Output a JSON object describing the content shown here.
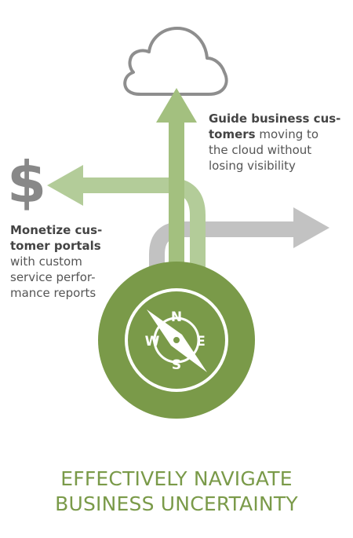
{
  "colors": {
    "green_dark": "#7a9a49",
    "green_light": "#b3cc99",
    "green_mid": "#a3c07f",
    "gray_arrow": "#c2c2c2",
    "gray_icon": "#888888",
    "text": "#555555"
  },
  "icons": {
    "cloud": "cloud-icon",
    "dollar": "dollar-icon",
    "compass": "compass-icon"
  },
  "dollar": "$",
  "callouts": {
    "cloud": {
      "bold_lines": [
        "Guide business cus-",
        "tomers"
      ],
      "tail_on_second": " moving to",
      "lines": [
        "the cloud without",
        "losing visibility"
      ]
    },
    "money": {
      "bold_lines": [
        "Monetize cus-",
        "tomer portals"
      ],
      "lines": [
        "with custom",
        "service perfor-",
        "mance reports"
      ]
    }
  },
  "compass": {
    "north": "N",
    "south": "S",
    "east": "E",
    "west": "W"
  },
  "headline": {
    "line1": "EFFECTIVELY NAVIGATE",
    "line2": "BUSINESS UNCERTAINTY"
  }
}
